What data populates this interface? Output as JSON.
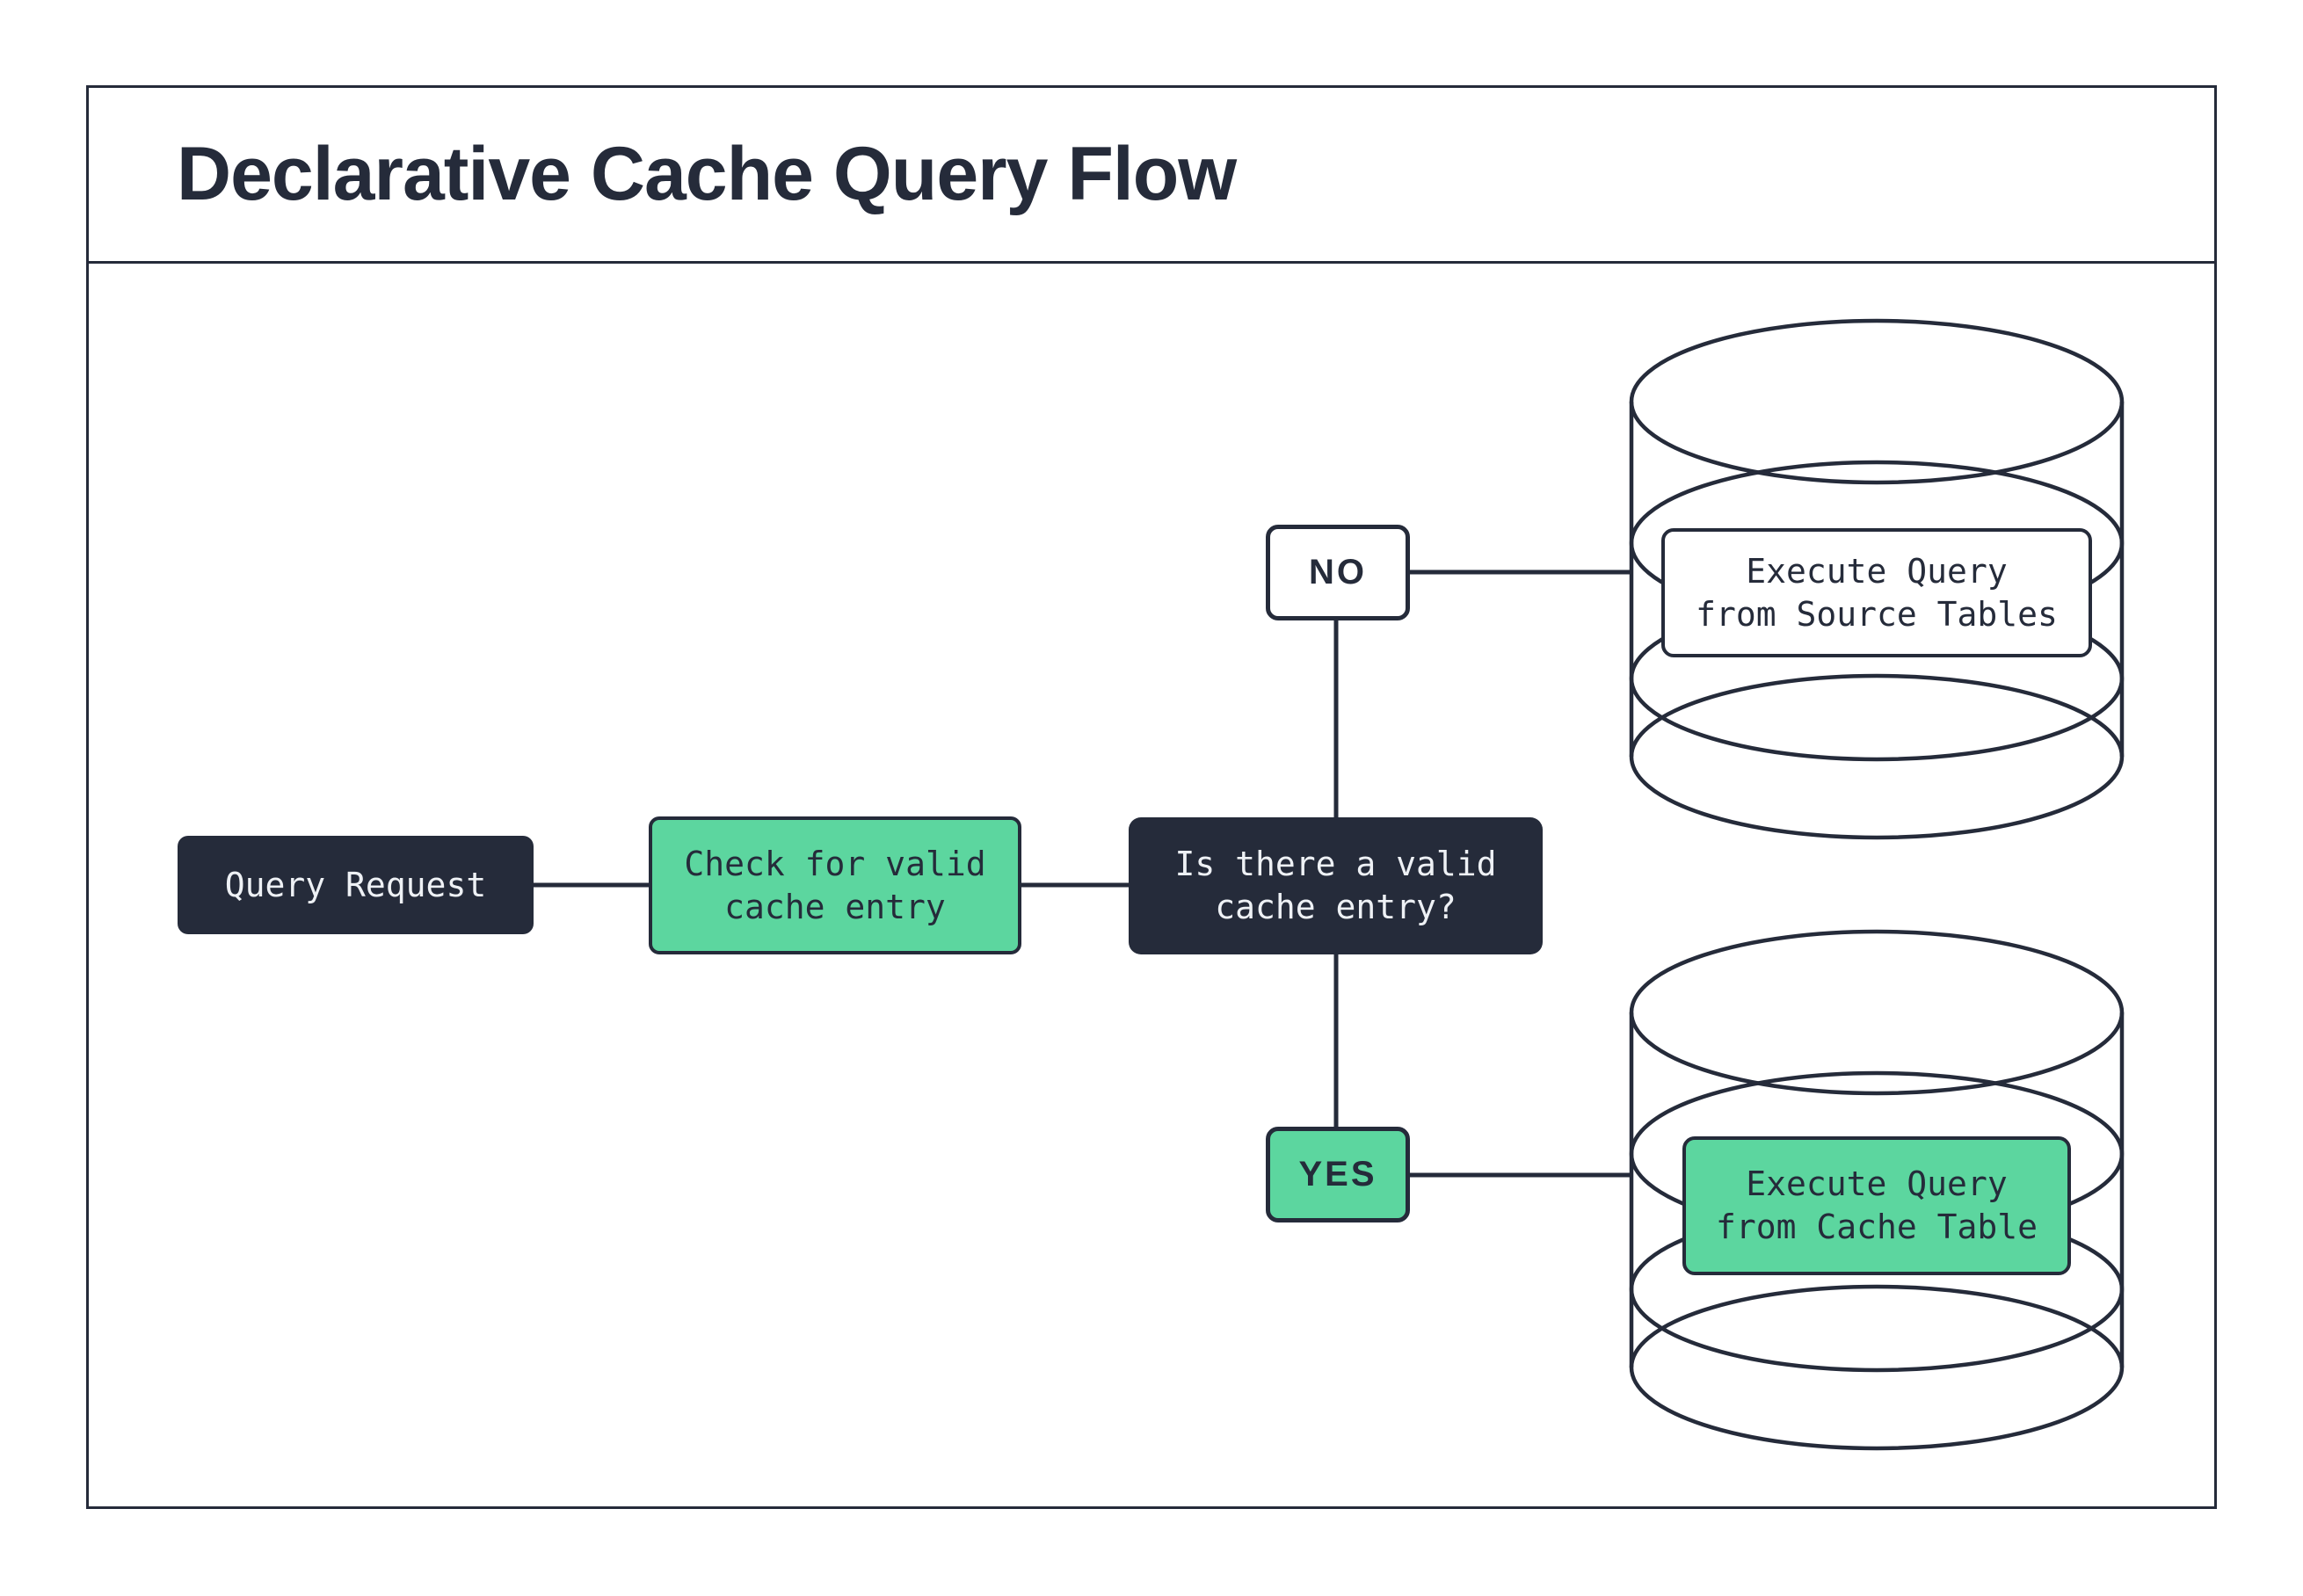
{
  "header": {
    "title": "Declarative Cache Query Flow"
  },
  "colors": {
    "ink": "#252b3a",
    "green": "#5cd69f",
    "paper": "#ffffff",
    "light-text": "#eef1f5"
  },
  "nodes": {
    "query_request": {
      "lines": [
        "Query Request"
      ]
    },
    "check_cache": {
      "lines": [
        "Check for valid",
        "cache entry"
      ]
    },
    "decision": {
      "lines": [
        "Is there a valid",
        "cache entry?"
      ]
    },
    "source_db": {
      "lines": [
        "Execute Query",
        "from Source Tables"
      ]
    },
    "cache_db": {
      "lines": [
        "Execute Query",
        "from Cache Table"
      ]
    }
  },
  "edges": {
    "no_label": "NO",
    "yes_label": "YES"
  },
  "icons": {
    "source_database": "database-cylinder",
    "cache_database": "database-cylinder"
  }
}
